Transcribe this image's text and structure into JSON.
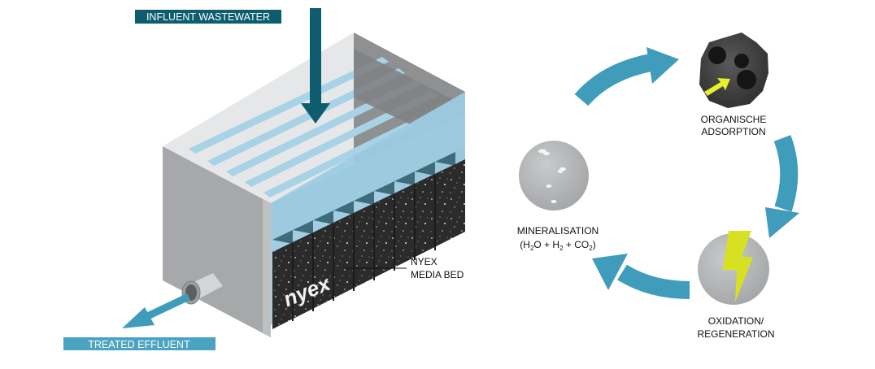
{
  "labels": {
    "influent": "INFLUENT WASTEWATER",
    "treated": "TREATED EFFLUENT",
    "media_bed_line1": "NYEX",
    "media_bed_line2": "MEDIA BED",
    "brand": "nyex"
  },
  "cycle": {
    "adsorption_line1": "ORGANISCHE",
    "adsorption_line2": "ADSORPTION",
    "oxidation_line1": "OXIDATION/",
    "oxidation_line2": "REGENERATION",
    "mineral_line1": "MINERALISATION",
    "mineral_formula": "(H2O + H2 + CO2)",
    "mineral_f_open": "(H",
    "mineral_f_sub1": "2",
    "mineral_f_mid1": "O + H",
    "mineral_f_sub2": "2",
    "mineral_f_mid2": " + CO",
    "mineral_f_sub3": "2",
    "mineral_f_close": ")"
  },
  "colors": {
    "label_bg_dark": "#0d5d6e",
    "label_bg_light": "#4aa3c0",
    "arrow_teal": "#3f9cba",
    "arrow_dark": "#0d5d6e",
    "water": "#9ccbe0",
    "media": "#2b2b2b",
    "tank_grey": "#a6a8aa",
    "bolt": "#d6e221",
    "adsorb_arrow": "#e6f02a"
  }
}
